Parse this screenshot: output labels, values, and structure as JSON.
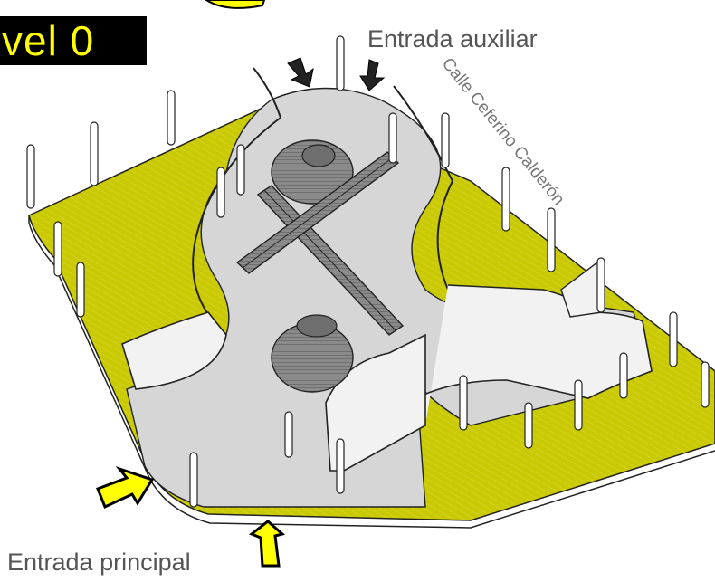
{
  "title": "vel 0",
  "labels": {
    "auxiliary_entrance": "Entrada auxiliar",
    "main_entrance": "Entrada principal",
    "street": "Calle Ceferino Calderón"
  },
  "colors": {
    "ground": "#c8c800",
    "floor": "#d8d8d8",
    "badge_text": "#ffff00",
    "arrow_main": "#ffff00",
    "arrow_aux": "#222222"
  }
}
